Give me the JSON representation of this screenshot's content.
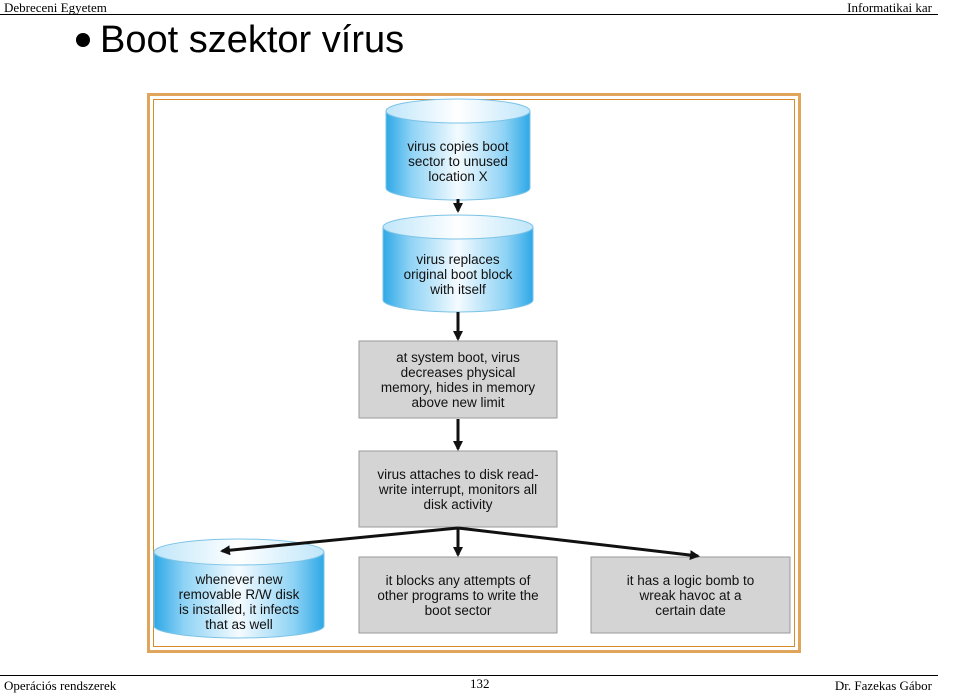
{
  "header": {
    "left": "Debreceni Egyetem",
    "right": "Informatikai  kar"
  },
  "slide": {
    "title": "Boot szektor vírus"
  },
  "diagram": {
    "nodes": [
      {
        "id": "n1",
        "shape": "cylinder",
        "text": "virus copies boot\nsector to unused\nlocation X"
      },
      {
        "id": "n2",
        "shape": "cylinder",
        "text": "virus replaces\noriginal boot block\nwith itself"
      },
      {
        "id": "n3",
        "shape": "box",
        "text": "at system boot, virus\ndecreases physical\nmemory, hides in memory\nabove new limit"
      },
      {
        "id": "n4",
        "shape": "box",
        "text": "virus attaches to disk read-\nwrite interrupt, monitors all\ndisk activity"
      },
      {
        "id": "n5",
        "shape": "cylinder",
        "text": "whenever new\nremovable R/W disk\nis installed, it infects\nthat as well"
      },
      {
        "id": "n6",
        "shape": "box",
        "text": "it blocks any attempts of\nother programs to write the\nboot sector"
      },
      {
        "id": "n7",
        "shape": "box",
        "text": "it has a logic bomb to\nwreak havoc at a\ncertain date"
      }
    ],
    "colors": {
      "cylinder_light": "#dff3ff",
      "cylinder_mid": "#8fd3f5",
      "cylinder_dark": "#2ea8e6",
      "box_fill": "#d4d4d4",
      "box_border": "#9a9a9a",
      "arrow": "#111111",
      "frame": "#e0a45a"
    }
  },
  "footer": {
    "left": "Operációs rendszerek",
    "page": "132",
    "right": "Dr. Fazekas Gábor"
  }
}
